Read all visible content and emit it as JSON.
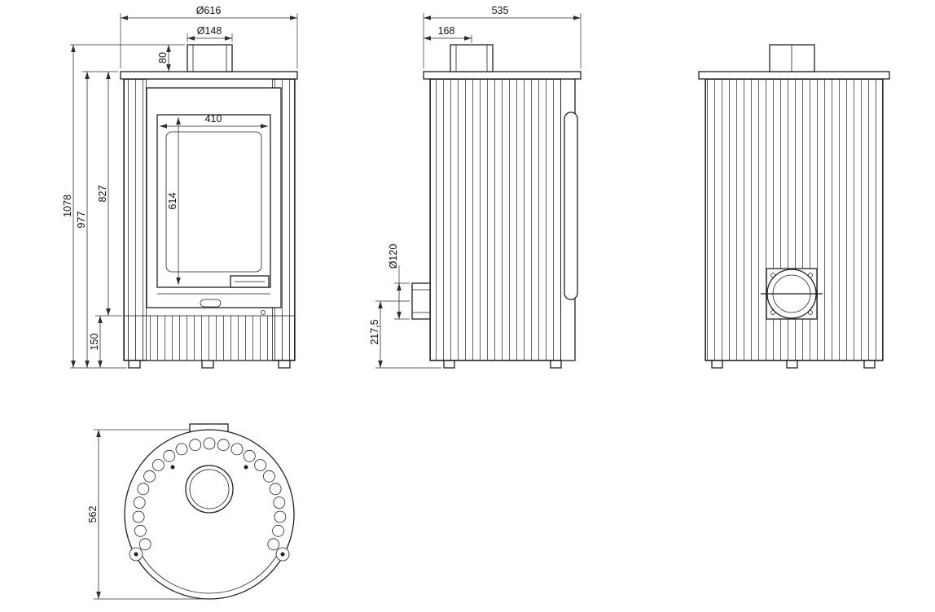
{
  "drawing": {
    "style": {
      "ink_color": "#1f1f1f",
      "background": "#ffffff"
    },
    "front_view": {
      "overall_width": "Ø616",
      "flue_diameter": "Ø148",
      "flue_height": "80",
      "total_height": "1078",
      "body_height": "977",
      "door_section_height": "827",
      "base_height": "150",
      "glass_width": "410",
      "glass_height": "614"
    },
    "side_view": {
      "depth": "535",
      "flue_offset": "168",
      "outlet_diameter": "Ø120",
      "outlet_center_height": "217,5"
    },
    "top_view": {
      "depth": "562"
    }
  }
}
